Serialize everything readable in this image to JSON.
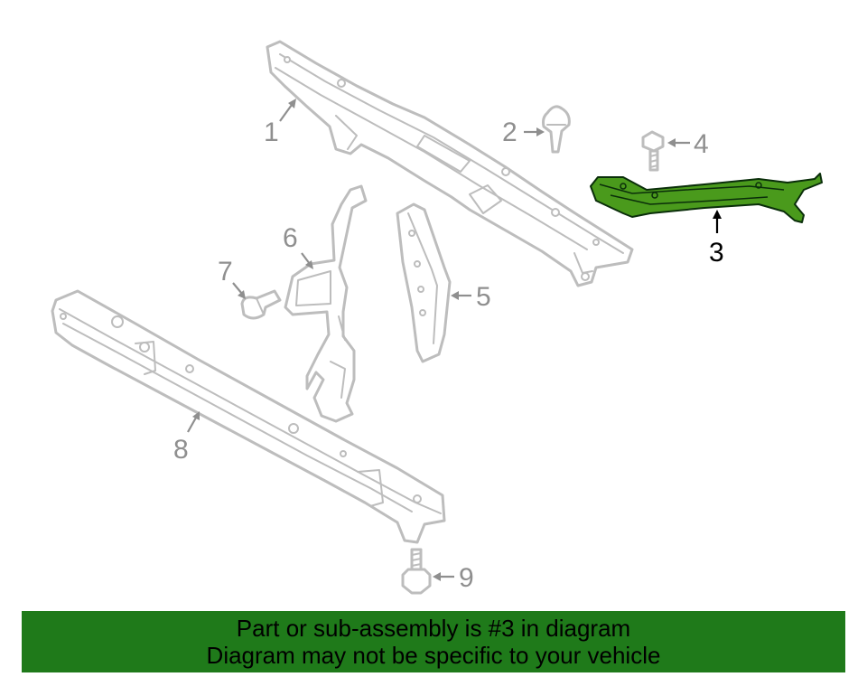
{
  "callouts": {
    "c1": "1",
    "c2": "2",
    "c3": "3",
    "c4": "4",
    "c5": "5",
    "c6": "6",
    "c7": "7",
    "c8": "8",
    "c9": "9"
  },
  "highlighted_part": "3",
  "colors": {
    "highlight_fill": "#4a9a1c",
    "banner_bg": "#1f7a1a",
    "part_outline": "#bdbdbd",
    "callout_gray": "#8f8f8f",
    "callout_active": "#000000"
  },
  "banner": {
    "line1": "Part or sub-assembly is #3 in diagram",
    "line2": "Diagram may not be specific to your vehicle"
  }
}
